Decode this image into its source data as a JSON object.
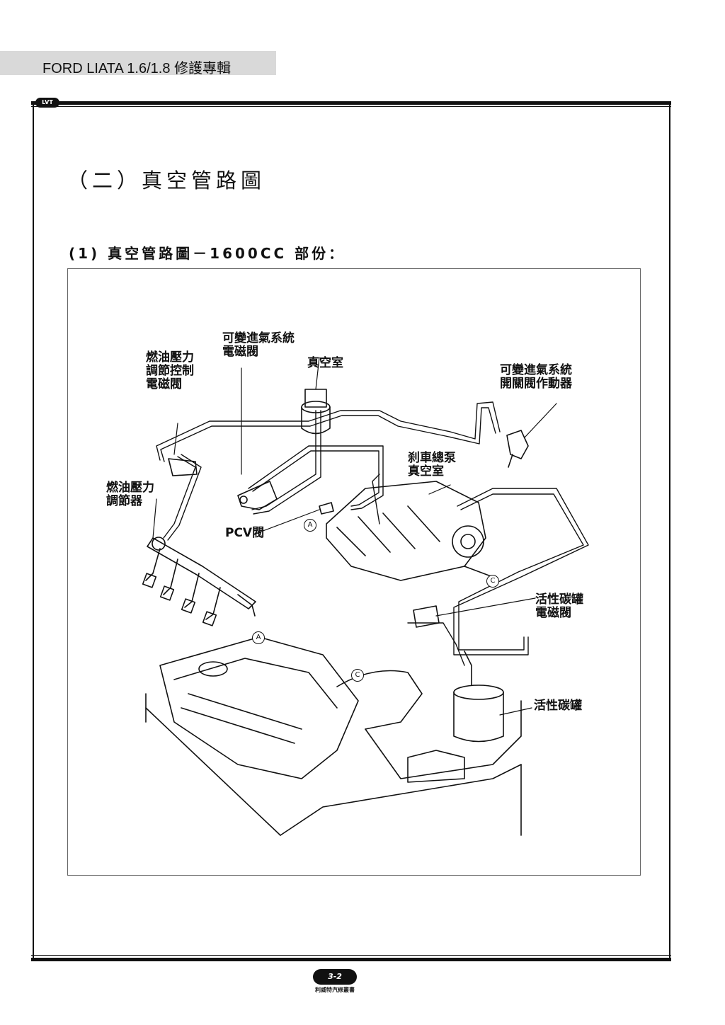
{
  "header": {
    "title": "FORD LIATA 1.6/1.8 修護專輯",
    "logo_text": "LVT"
  },
  "section": {
    "title": "（二）真空管路圖"
  },
  "subsection": {
    "title": "(1) 真空管路圖－1600CC 部份："
  },
  "diagram": {
    "labels": {
      "fuel_pressure_control_solenoid": "燃油壓力\n調節控制\n電磁閥",
      "variable_intake_solenoid": "可變進氣系統\n電磁閥",
      "vacuum_chamber": "真空室",
      "variable_intake_actuator": "可變進氣系統\n開關閥作動器",
      "brake_master_vacuum": "刹車總泵\n真空室",
      "fuel_pressure_regulator": "燃油壓力\n調節器",
      "pcv_valve": "PCV閥",
      "canister_solenoid": "活性碳罐\n電磁閥",
      "canister": "活性碳罐"
    },
    "markers": {
      "a_upper": "A",
      "c_upper": "C",
      "a_lower": "A",
      "c_lower": "C"
    }
  },
  "footer": {
    "page_number": "3-2",
    "publisher": "利威特汽修叢書"
  }
}
